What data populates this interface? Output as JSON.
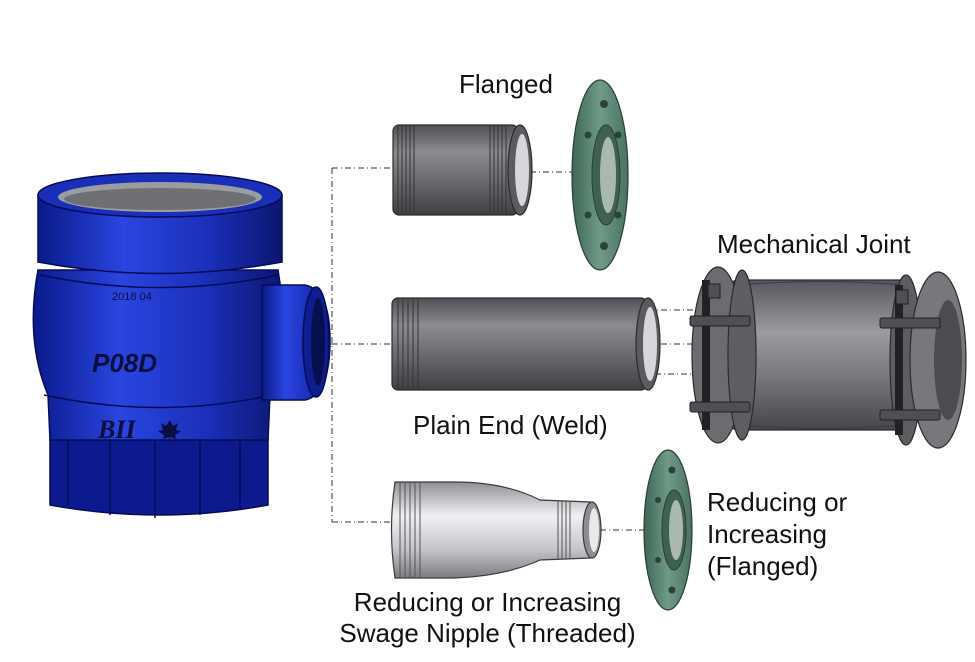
{
  "labels": {
    "flanged": "Flanged",
    "mechanical_joint": "Mechanical Joint",
    "plain_end": "Plain End (Weld)",
    "reducing_flanged_line1": "Reducing or",
    "reducing_flanged_line2": "Increasing",
    "reducing_flanged_line3": "(Flanged)",
    "swage_line1": "Reducing or Increasing",
    "swage_line2": "Swage Nipple (Threaded)"
  },
  "body_markings": {
    "date_code": "2018  04",
    "model": "P08D",
    "brand": "BII"
  },
  "colors": {
    "body_blue": "#1a2fb8",
    "pipe_gray": "#6b6d72",
    "flange_green": "#5f8a78",
    "swage_silver": "#c9cbd0"
  }
}
